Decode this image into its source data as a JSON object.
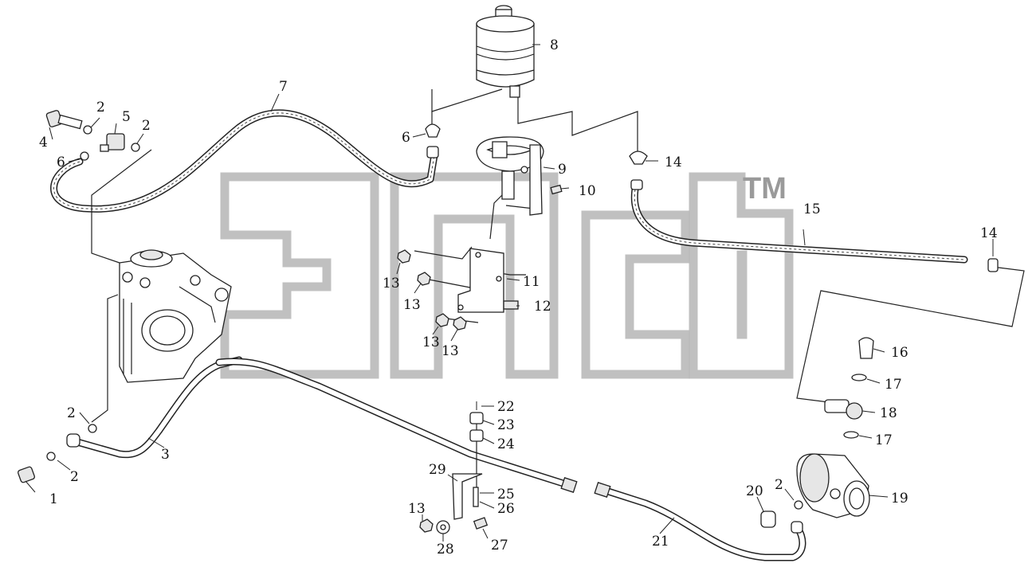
{
  "diagram": {
    "labels": [
      "1",
      "2",
      "2",
      "2",
      "2",
      "2",
      "3",
      "4",
      "5",
      "6",
      "6",
      "7",
      "8",
      "9",
      "10",
      "11",
      "12",
      "13",
      "13",
      "13",
      "13",
      "13",
      "14",
      "14",
      "15",
      "16",
      "17",
      "17",
      "18",
      "19",
      "20",
      "21",
      "22",
      "23",
      "24",
      "25",
      "26",
      "27",
      "28",
      "29"
    ],
    "watermark_tm": "TM"
  }
}
